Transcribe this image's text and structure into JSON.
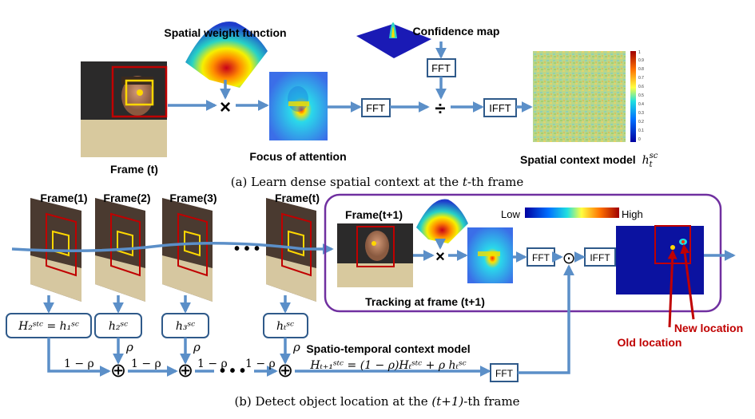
{
  "top": {
    "spatial_weight_label": "Spatial weight function",
    "confidence_label": "Confidence map",
    "frame_label": "Frame (t)",
    "focus_label": "Focus of attention",
    "context_model_label": "Spatial context model",
    "context_model_symbol": "h",
    "context_model_sub": "t",
    "context_model_sup": "sc",
    "fft1": "FFT",
    "fft2": "FFT",
    "ifft": "IFFT",
    "multiply_op": "×",
    "divide_op": "÷",
    "colorbar_ticks": [
      "1",
      "0.9",
      "0.8",
      "0.7",
      "0.6",
      "0.5",
      "0.4",
      "0.3",
      "0.2",
      "0.1",
      "0"
    ],
    "caption_pre": "(a) Learn dense spatial context at the ",
    "caption_var": "t",
    "caption_post": "-th frame"
  },
  "bottom": {
    "frames": [
      "Frame(1)",
      "Frame(2)",
      "Frame(3)",
      "Frame(t)"
    ],
    "ellipsis": "• • •",
    "ellipsis2": "• • •",
    "frame_next_label": "Frame(t+1)",
    "legend_low": "Low",
    "legend_high": "High",
    "tracking_label": "Tracking at frame (t+1)",
    "fft_a": "FFT",
    "fft_b": "FFT",
    "ifft": "IFFT",
    "multiply_op": "×",
    "dot_op": "⊙",
    "plus_op": "⊕",
    "h2stc": "H₂ˢᵗᶜ = h₁ˢᶜ",
    "h2sc": "h₂ˢᶜ",
    "h3sc": "h₃ˢᶜ",
    "htsc": "hₜˢᶜ",
    "rho": "ρ",
    "one_minus_rho": "1 − ρ",
    "stc_label": "Spatio-temporal  context  model",
    "stc_equation": "Hₜ₊₁ˢᵗᶜ = (1 − ρ)Hₜˢᵗᶜ + ρ hₜˢᶜ",
    "old_location": "Old location",
    "new_location": "New location",
    "caption_pre": "(b) Detect object location at the ",
    "caption_var": "(t+1)",
    "caption_post": "-th frame"
  },
  "colors": {
    "flow": "#5b8fc8",
    "box_border": "#2f5a8a",
    "tracking_border": "#7030a0",
    "annotation_red": "#c00000",
    "target_red": "#c00000",
    "target_yellow": "#ffd700"
  }
}
